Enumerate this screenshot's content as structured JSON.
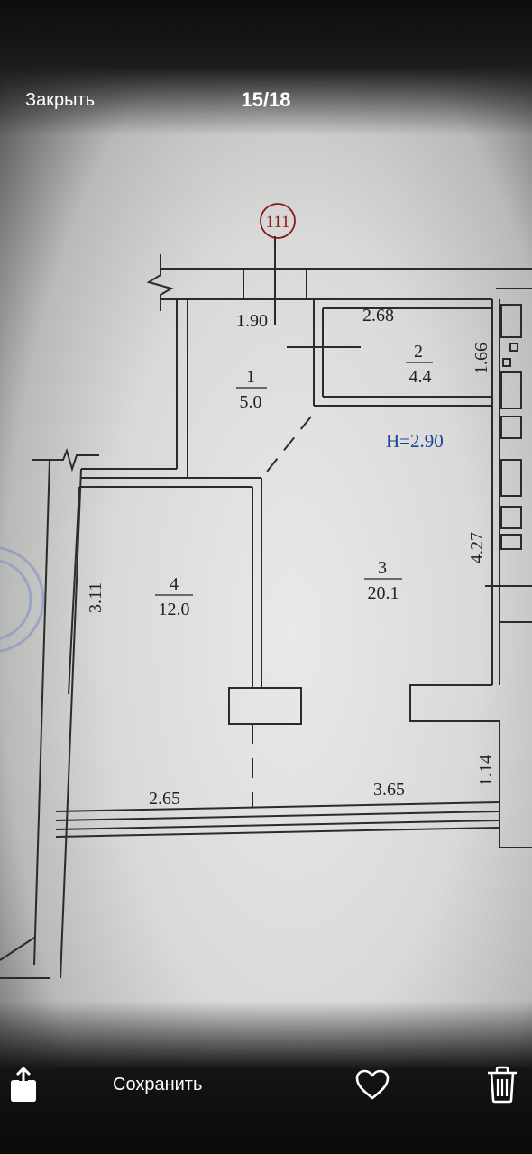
{
  "viewer": {
    "close_label": "Закрыть",
    "counter": "15/18",
    "save_label": "Сохранить",
    "icons": [
      "share-icon",
      "heart-icon",
      "trash-icon"
    ]
  },
  "floor_plan": {
    "apartment_number": "111",
    "ceiling_height": "H=2.90",
    "rooms": [
      {
        "number": "1",
        "area": "5.0"
      },
      {
        "number": "2",
        "area": "4.4"
      },
      {
        "number": "3",
        "area": "20.1"
      },
      {
        "number": "4",
        "area": "12.0"
      }
    ],
    "dimensions": {
      "d_190": "1.90",
      "d_268": "2.68",
      "d_166": "1.66",
      "d_427": "4.27",
      "d_311": "3.11",
      "d_265": "2.65",
      "d_365": "3.65",
      "d_114": "1.14"
    },
    "accent_color": "#1f3fa0",
    "stamp_color": "#7f93c4"
  }
}
